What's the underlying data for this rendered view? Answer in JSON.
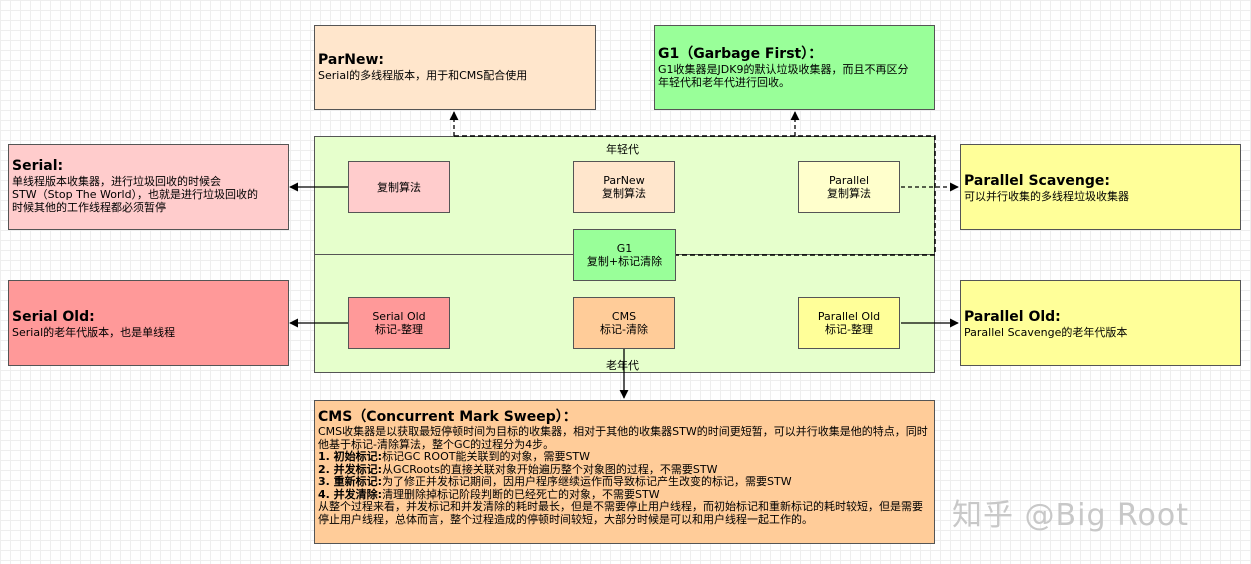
{
  "zones": {
    "young_label": "年轻代",
    "old_label": "老年代"
  },
  "boxes": {
    "serial": {
      "line1": "复制算法",
      "line2": ""
    },
    "parnew": {
      "line1": "ParNew",
      "line2": "复制算法"
    },
    "parallel": {
      "line1": "Parallel",
      "line2": "复制算法"
    },
    "g1": {
      "line1": "G1",
      "line2": "复制+标记清除"
    },
    "serial_old": {
      "line1": "Serial Old",
      "line2": "标记-整理"
    },
    "cms": {
      "line1": "CMS",
      "line2": "标记-清除"
    },
    "parallel_old": {
      "line1": "Parallel Old",
      "line2": "标记-整理"
    }
  },
  "notes": {
    "parnew": {
      "title": "ParNew:",
      "text": "Serial的多线程版本，用于和CMS配合使用"
    },
    "g1": {
      "title": "G1（Garbage First）：",
      "text": "G1收集器是JDK9的默认垃圾收集器，而且不再区分\n年轻代和老年代进行回收。"
    },
    "serial": {
      "title": "Serial:",
      "text": "单线程版本收集器，进行垃圾回收的时候会\nSTW（Stop The World），也就是进行垃圾回收的\n时候其他的工作线程都必须暂停"
    },
    "parallel_scavenge": {
      "title": "Parallel Scavenge:",
      "text": "可以并行收集的多线程垃圾收集器"
    },
    "serial_old": {
      "title": "Serial Old:",
      "text": "Serial的老年代版本，也是单线程"
    },
    "parallel_old": {
      "title": "Parallel Old:",
      "text": "Parallel Scavenge的老年代版本"
    },
    "cms": {
      "title": "CMS（Concurrent Mark Sweep）：",
      "intro": "CMS收集器是以获取最短停顿时间为目标的收集器，相对于其他的收集器STW的时间更短暂，可以并行收集是他的特点，同时他基于标记-清除算法，整个GC的过程分为4步。",
      "steps": [
        {
          "label": "1. 初始标记:",
          "text": "标记GC ROOT能关联到的对象，需要STW"
        },
        {
          "label": "2. 并发标记:",
          "text": "从GCRoots的直接关联对象开始遍历整个对象图的过程，不需要STW"
        },
        {
          "label": "3. 重新标记:",
          "text": "为了修正并发标记期间，因用户程序继续运作而导致标记产生改变的标记，需要STW"
        },
        {
          "label": "4. 并发清除:",
          "text": "清理删除掉标记阶段判断的已经死亡的对象，不需要STW"
        }
      ],
      "summary": "从整个过程来看，并发标记和并发清除的耗时最长，但是不需要停止用户线程，而初始标记和重新标记的耗时较短，但是需要停止用户线程，总体而言，整个过程造成的停顿时间较短，大部分时候是可以和用户线程一起工作的。"
    }
  },
  "watermark": "知乎 @Big Root",
  "colors": {
    "zone": "#e6ffcc",
    "serial": "#ffcccc",
    "parnew": "#ffe6cc",
    "parallel": "#ffffcc",
    "g1": "#99ff99",
    "serial_old": "#ff9999",
    "cms": "#ffcc99",
    "parallel_old": "#ffff99"
  }
}
